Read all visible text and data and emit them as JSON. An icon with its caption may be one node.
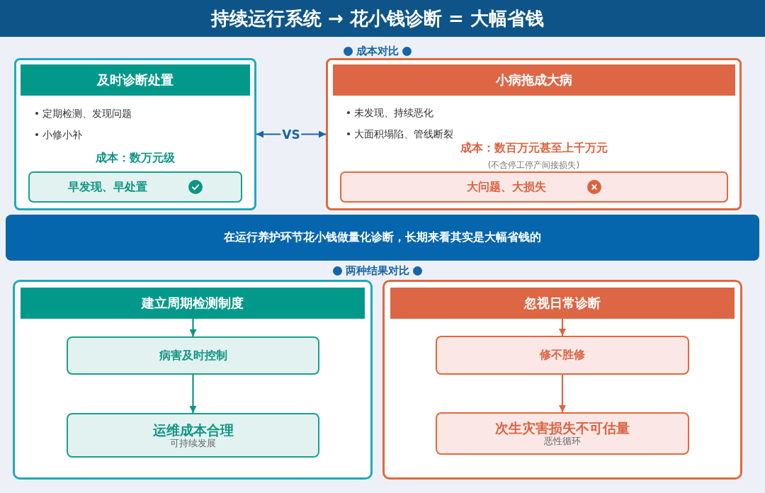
{
  "diagram": {
    "title": "持续运行系统 → 花小钱诊断 = 大幅省钱",
    "nodes": [
      {
        "text": [
          "定期检测、发现问题",
          "小修小补",
          "成本：数万元级"
        ]
      },
      {
        "text": [
          "及时诊断处置"
        ],
        "in": 0
      },
      {
        "text": [
          "早发现、早处置"
        ],
        "in": 0
      },
      {
        "text": [
          "未发现、持续恶化",
          "大面积塌陷、管线断裂",
          "成本：数百万元甚至上千万元",
          "(不含停工停产间接损失)"
        ]
      },
      {
        "text": [
          "小病拖成大病"
        ],
        "in": 3
      },
      {
        "text": [
          "大问题、大损失"
        ],
        "in": 3
      },
      {
        "text": [
          "在运行养护环节花小钱做量化诊断，长期来看其实是大幅省钱的"
        ]
      },
      {
        "text": [],
        "shape": "box"
      },
      {
        "text": [
          "建立周期检测制度"
        ],
        "in": 7
      },
      {
        "text": [
          "病害及时控制"
        ],
        "in": 7
      },
      {
        "text": [
          "运维成本合理",
          "可持续发展"
        ],
        "in": 7
      },
      {
        "text": [],
        "shape": "box"
      },
      {
        "text": [
          "忽视日常诊断"
        ],
        "in": 11
      },
      {
        "text": [
          "修不胜修"
        ],
        "in": 11
      },
      {
        "text": [
          "次生灾害损失不可估量",
          "恶性循环"
        ],
        "in": 11
      }
    ],
    "edges": [
      {
        "from": 0,
        "to": 3,
        "arrow": "both",
        "label": "VS",
        "color": "#1a64a6"
      },
      {
        "from": 8,
        "to": 9,
        "arrow": "to",
        "color": "#10937f"
      },
      {
        "from": 9,
        "to": 10,
        "arrow": "to",
        "color": "#10937f"
      },
      {
        "from": 12,
        "to": 13,
        "arrow": "to",
        "color": "#dc6544"
      },
      {
        "from": 13,
        "to": 14,
        "arrow": "to",
        "color": "#dc6544"
      }
    ],
    "labels": [
      "成本对比",
      "两种结果对比"
    ]
  }
}
